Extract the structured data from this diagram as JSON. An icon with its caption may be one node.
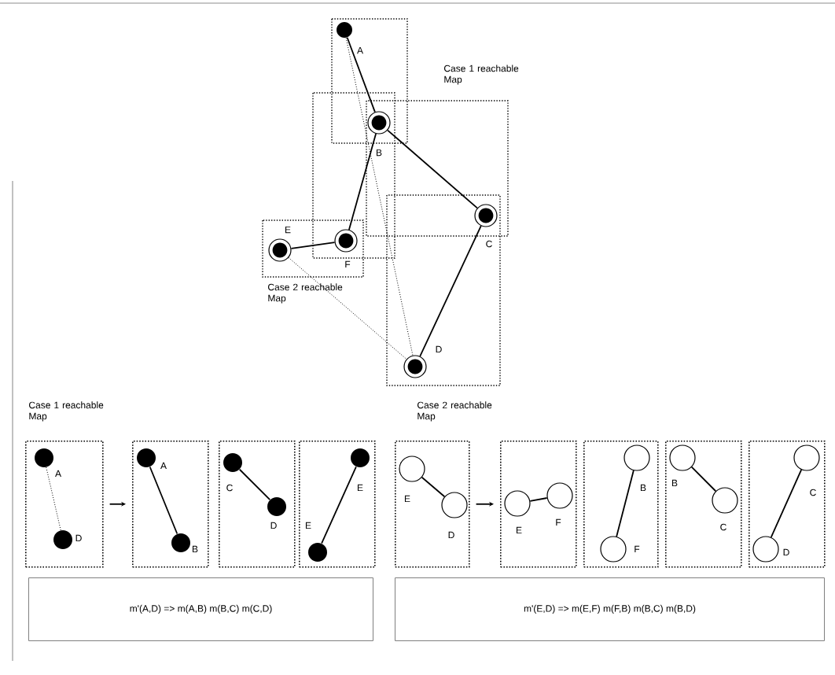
{
  "diagram": {
    "nodes": [
      {
        "text": [],
        "shape": "dot",
        "beside": [
          "A"
        ]
      },
      {
        "text": [],
        "shape": "ring",
        "beside": [
          "B"
        ]
      },
      {
        "text": [],
        "shape": "ring",
        "beside": [
          "C"
        ]
      },
      {
        "text": [],
        "shape": "ring",
        "beside": [
          "D"
        ]
      },
      {
        "text": [],
        "shape": "ring",
        "beside": [
          "E"
        ]
      },
      {
        "text": [],
        "shape": "ring",
        "beside": [
          "F"
        ]
      },
      {
        "text": [],
        "shape": "box"
      },
      {
        "text": [],
        "shape": "dot",
        "beside": [
          "A"
        ],
        "in": 6
      },
      {
        "text": [],
        "shape": "dot",
        "beside": [
          "D"
        ],
        "in": 6
      },
      {
        "text": [],
        "shape": "box"
      },
      {
        "text": [],
        "shape": "dot",
        "beside": [
          "A"
        ],
        "in": 9
      },
      {
        "text": [],
        "shape": "dot",
        "beside": [
          "B"
        ],
        "in": 9
      },
      {
        "text": [],
        "shape": "box"
      },
      {
        "text": [],
        "shape": "dot",
        "beside": [
          "C"
        ],
        "in": 12
      },
      {
        "text": [],
        "shape": "dot",
        "beside": [
          "D"
        ],
        "in": 12
      },
      {
        "text": [],
        "shape": "box"
      },
      {
        "text": [],
        "shape": "dot",
        "beside": [
          "E"
        ],
        "in": 15
      },
      {
        "text": [],
        "shape": "dot",
        "beside": [
          "E"
        ],
        "in": 15
      },
      {
        "text": [
          "m'(A,D) => m(A,B) m(B,C) m(C,D)"
        ]
      },
      {
        "text": [],
        "shape": "box"
      },
      {
        "text": [],
        "shape": "circle",
        "beside": [
          "E"
        ],
        "in": 19
      },
      {
        "text": [],
        "shape": "circle",
        "beside": [
          "D"
        ],
        "in": 19
      },
      {
        "text": [],
        "shape": "box"
      },
      {
        "text": [],
        "shape": "circle",
        "beside": [
          "E"
        ],
        "in": 22
      },
      {
        "text": [],
        "shape": "circle",
        "beside": [
          "F"
        ],
        "in": 22
      },
      {
        "text": [],
        "shape": "box"
      },
      {
        "text": [],
        "shape": "circle",
        "beside": [
          "B"
        ],
        "in": 25
      },
      {
        "text": [],
        "shape": "circle",
        "beside": [
          "F"
        ],
        "in": 25
      },
      {
        "text": [],
        "shape": "box"
      },
      {
        "text": [],
        "shape": "circle",
        "beside": [
          "B"
        ],
        "in": 28
      },
      {
        "text": [],
        "shape": "circle",
        "beside": [
          "C"
        ],
        "in": 28
      },
      {
        "text": [],
        "shape": "box"
      },
      {
        "text": [],
        "shape": "circle",
        "beside": [
          "C"
        ],
        "in": 31
      },
      {
        "text": [],
        "shape": "circle",
        "beside": [
          "D"
        ],
        "in": 31
      },
      {
        "text": [
          "m'(E,D) => m(E,F) m(F,B) m(B,C) m(B,D)"
        ]
      }
    ],
    "edges": [
      {
        "from": 0,
        "to": 1,
        "arrow": "none"
      },
      {
        "from": 1,
        "to": 2,
        "arrow": "none"
      },
      {
        "from": 2,
        "to": 3,
        "arrow": "none"
      },
      {
        "from": 1,
        "to": 5,
        "arrow": "none"
      },
      {
        "from": 4,
        "to": 5,
        "arrow": "none"
      },
      {
        "from": 0,
        "to": 3,
        "arrow": "none",
        "style": "dashed"
      },
      {
        "from": 4,
        "to": 3,
        "arrow": "none",
        "style": "dashed"
      },
      {
        "from": 7,
        "to": 8,
        "arrow": "none",
        "style": "dashed"
      },
      {
        "from": 6,
        "to": 9,
        "arrow": "to"
      },
      {
        "from": 10,
        "to": 11,
        "arrow": "none"
      },
      {
        "from": 13,
        "to": 14,
        "arrow": "none"
      },
      {
        "from": 16,
        "to": 17,
        "arrow": "none"
      },
      {
        "from": 20,
        "to": 21,
        "arrow": "none"
      },
      {
        "from": 19,
        "to": 22,
        "arrow": "to"
      },
      {
        "from": 23,
        "to": 24,
        "arrow": "none"
      },
      {
        "from": 26,
        "to": 27,
        "arrow": "none"
      },
      {
        "from": 29,
        "to": 30,
        "arrow": "none"
      },
      {
        "from": 32,
        "to": 33,
        "arrow": "none"
      }
    ],
    "labels": [
      "Case 1 reachable Map",
      "Case 2 reachable Map",
      "Case 1 reachable Map",
      "Case 2 reachable Map"
    ]
  }
}
